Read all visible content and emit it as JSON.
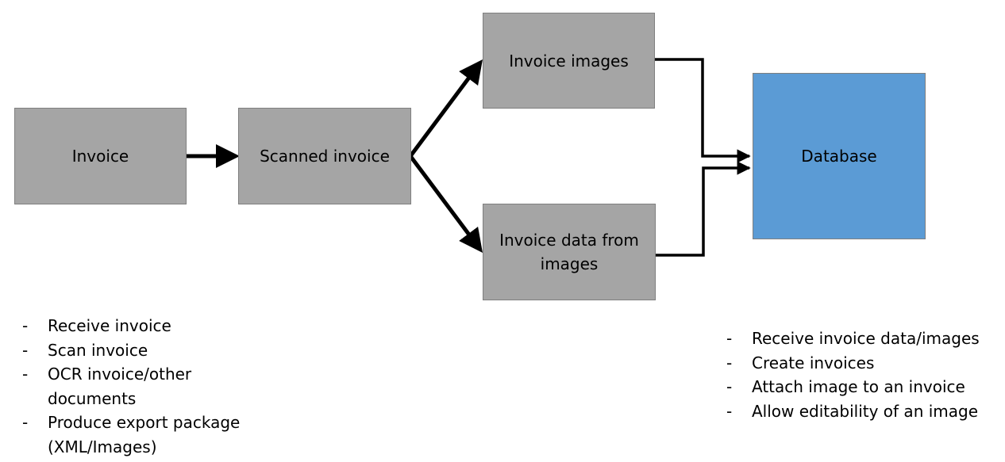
{
  "diagram": {
    "nodes": {
      "invoice": {
        "label": "Invoice",
        "color": "#a5a5a5"
      },
      "scanned_invoice": {
        "label": "Scanned invoice",
        "color": "#a5a5a5"
      },
      "invoice_images": {
        "label": "Invoice images",
        "color": "#a5a5a5"
      },
      "invoice_data": {
        "label": "Invoice data from images",
        "color": "#a5a5a5"
      },
      "database": {
        "label": "Database",
        "color": "#5b9bd5"
      }
    },
    "edges": [
      {
        "from": "invoice",
        "to": "scanned_invoice"
      },
      {
        "from": "scanned_invoice",
        "to": "invoice_images"
      },
      {
        "from": "scanned_invoice",
        "to": "invoice_data"
      },
      {
        "from": "invoice_images",
        "to": "database"
      },
      {
        "from": "invoice_data",
        "to": "database"
      }
    ]
  },
  "left_notes": {
    "bullet": "-",
    "items": [
      "Receive invoice",
      "Scan invoice",
      "OCR invoice/other documents",
      "Produce export package (XML/Images)"
    ]
  },
  "right_notes": {
    "bullet": "-",
    "items": [
      "Receive invoice data/images",
      "Create invoices",
      "Attach image to an invoice",
      "Allow editability of an image"
    ]
  }
}
